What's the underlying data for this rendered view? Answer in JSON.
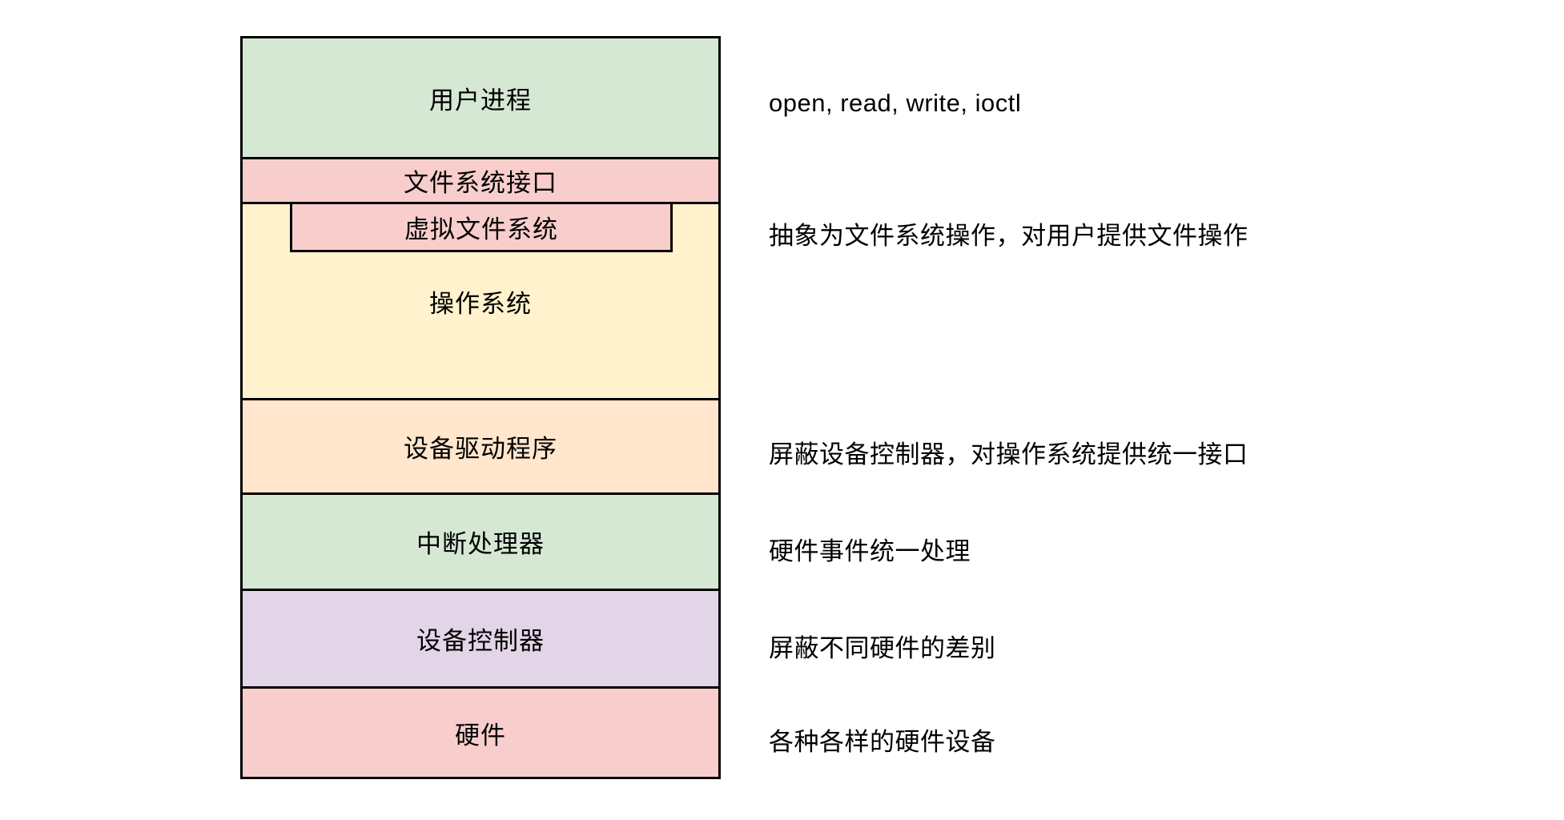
{
  "diagram": {
    "background": "#ffffff",
    "border_color": "#000000",
    "layers": [
      {
        "label": "用户进程",
        "color": "#d5e8d4"
      },
      {
        "label": "文件系统接口",
        "color": "#f8cecc"
      },
      {
        "label": "操作系统",
        "color": "#fff2cc",
        "inner": {
          "label": "虚拟文件系统",
          "color": "#f8cecc"
        }
      },
      {
        "label": "设备驱动程序",
        "color": "#ffe6cc"
      },
      {
        "label": "中断处理器",
        "color": "#d5e8d4"
      },
      {
        "label": "设备控制器",
        "color": "#e1d5e7"
      },
      {
        "label": "硬件",
        "color": "#f8cecc"
      }
    ],
    "annotations": [
      {
        "for": "用户进程",
        "text": "open, read, write, ioctl"
      },
      {
        "for": "虚拟文件系统",
        "text": "抽象为文件系统操作，对用户提供文件操作"
      },
      {
        "for": "设备驱动程序",
        "text": "屏蔽设备控制器，对操作系统提供统一接口"
      },
      {
        "for": "中断处理器",
        "text": "硬件事件统一处理"
      },
      {
        "for": "设备控制器",
        "text": "屏蔽不同硬件的差别"
      },
      {
        "for": "硬件",
        "text": "各种各样的硬件设备"
      }
    ]
  }
}
